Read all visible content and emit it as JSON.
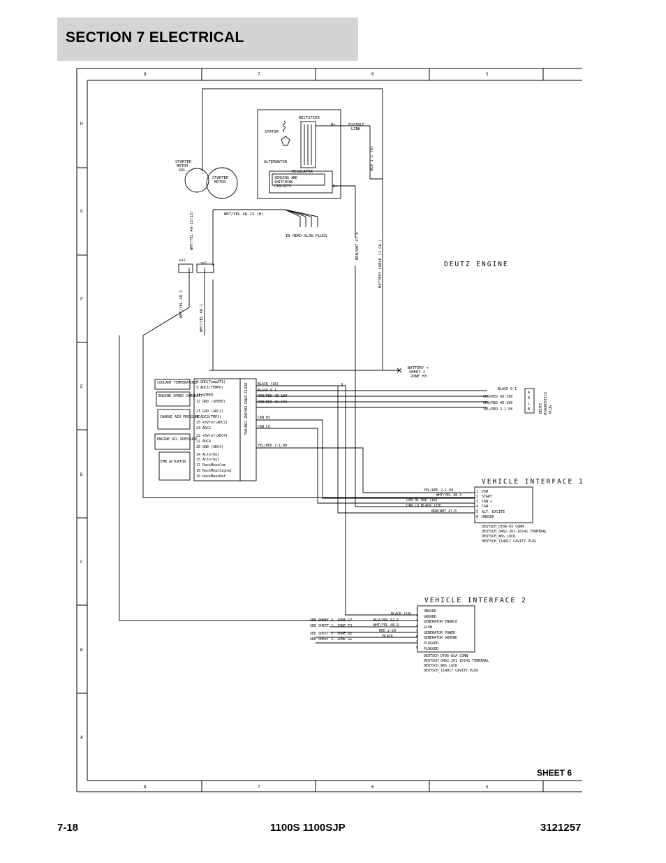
{
  "header": {
    "section_title": "SECTION 7   ELECTRICAL"
  },
  "footer": {
    "page_number": "7-18",
    "model": "1100S 1100SJP",
    "doc_number": "3121257"
  },
  "sheet_label": "SHEET 6",
  "frame": {
    "column_labels_top": [
      "8",
      "7",
      "6",
      "5"
    ],
    "column_labels_bottom": [
      "8",
      "7",
      "6",
      "5"
    ],
    "row_labels": [
      "H",
      "G",
      "F",
      "E",
      "D",
      "C",
      "B",
      "A"
    ]
  },
  "engine_section": {
    "title": "DEUTZ ENGINE",
    "rectifier": "RECTIFIER",
    "stator": "STATOR",
    "alternator": "ALTERNATOR",
    "regulator": "REGULATOR",
    "sensing_lines": [
      "SENSING AND",
      "SWITCHING",
      "CIRCUITS"
    ],
    "b_plus": "B+",
    "d_plus": "D+",
    "fusible_link": [
      "FUSIBLE",
      "LINK"
    ],
    "red_wire": "RED 1-1 (6)",
    "starter_sol": [
      "STARTER",
      "MOTOR",
      "SOL."
    ],
    "starter_motor": [
      "STARTER",
      "MOTOR"
    ],
    "wht_yel_48_13": "WHT/YEL 48-13 (8)",
    "glow_plugs": "IN HEAD GLOW PLUGS",
    "wht_yel_48_12": "WHT/YEL 48-12(12)",
    "sol_a": "sol",
    "sol_b": "sol",
    "wht_yel_48_3": "WHT/YEL 48-3",
    "wht_yel_48_1": "WHT/YEL 48-1",
    "brn_wht": "BRN/WHT 47-6",
    "battery_cable": "BATTERY CABLE (1 GA.)",
    "battery_ref": [
      "BATTERY +",
      "SHEET 2",
      "ZONE H3"
    ]
  },
  "ecu": {
    "title": "DEUTZ EMR3 ENGINE CONTROL",
    "sensors": [
      {
        "name": "COOLANT TEMPERATURE",
        "pins": [
          "2",
          "1"
        ]
      },
      {
        "name": "ENGINE SPEED CAMSHAFT",
        "pins": [
          "2",
          "1"
        ]
      },
      {
        "name": "CHARGE AIR PRESSURE",
        "pins": [
          "1",
          "2",
          "3",
          "4"
        ]
      },
      {
        "name": "ENGINE OIL PRESSURE",
        "pins": [
          "1",
          "2",
          "3"
        ]
      },
      {
        "name": "EMR ACTUATOR",
        "pins": [
          "1",
          "2",
          "6",
          "4",
          "5"
        ]
      }
    ],
    "pins": [
      "8 GRD(TempAT1)",
      "9 ADC1(TEMP0)",
      "13 SPEED",
      "12 GRD (SPEED)",
      "23 GRD (ADC2)",
      "4 ADC3(TMP1)",
      "25 +5Vref(ADC2)",
      "24 ADC2",
      "22 +5Vref(ADC4)",
      "21 ADC4",
      "20 GND (ADC4)",
      "14 ActorOut",
      "15 ActorOut",
      "17 RackMeasCom",
      "18 RackMeasSignal",
      "19 RackMeasRef"
    ],
    "right_pins": [
      "1",
      "11",
      "10",
      "16",
      "12",
      "13",
      "14"
    ]
  },
  "wires": {
    "black_16": "BLACK (16)",
    "black_0_1": "BLACK 0-1",
    "orn_red_49_198": "ORN/RED 49-198",
    "orn_red_48_199": "ORN/RED 48-199",
    "can_hi": "CAN HI",
    "can_lo": "CAN LO",
    "yel_red": "YEL/RED 2-1-99"
  },
  "diag_plug": {
    "title": [
      "DEUTZ",
      "DIAGNOSTICS",
      "PLUG"
    ],
    "wires": [
      "BLACK 0-1",
      "ORN/RED 49-198",
      "ORN/RED 48-199",
      "YEL/RED 2-1-58"
    ],
    "pins": [
      "A",
      "K",
      "L",
      "B"
    ]
  },
  "vehicle_interface_1": {
    "title": "VEHICLE INTERFACE 1",
    "wires": [
      "YEL/RED 2-1-99",
      "WHT/YEL 48-3",
      "CAN HI   RED (18)",
      "CAN LO   BLACK (18)",
      "",
      "BRN/WHT 47-6"
    ],
    "pins": [
      "1",
      "2",
      "3",
      "4",
      "5",
      "6"
    ],
    "functions": [
      "VSM",
      "START",
      "CAN +",
      "CAN -",
      "ALT. EXCITE",
      "UNUSED"
    ],
    "notes": [
      "DEUTSCH_DT06-6S CONN",
      "DEUTSCH_0462-201-16141 TERMINAL",
      "DEUTSCH_W6S LOCK",
      "DEUTSCH_114017 CAVITY PLUG"
    ]
  },
  "vehicle_interface_2": {
    "title": "VEHICLE INTERFACE 2",
    "refs": [
      "SEE SHEET 2, ZONE G7",
      "SEE SHEET 2, ZONE F3",
      "SEE SHEET 2, ZONE G2",
      "SEE SHEET 2, ZONE G1"
    ],
    "wires": [
      "BLACK (18)",
      "BLU/ORG 52-5",
      "WHT/YEL 48-9",
      "RED 2-20",
      "BLACK"
    ],
    "pins": [
      "1",
      "2",
      "3",
      "4",
      "5",
      "6",
      "7",
      "8"
    ],
    "functions": [
      "UNUSED",
      "GROUND",
      "GENERATOR ENABLE",
      "GLOW",
      "GENERATOR POWER",
      "GENERATOR GROUND",
      "PLUGGED",
      "PLUGGED"
    ],
    "notes": [
      "DEUTSCH_DT06-8SA CONN",
      "DEUTSCH_0462-201-16141 TERMINAL",
      "DEUTSCH_W8S LOCK",
      "DEUTSCH_114017 CAVITY PLUG"
    ]
  }
}
